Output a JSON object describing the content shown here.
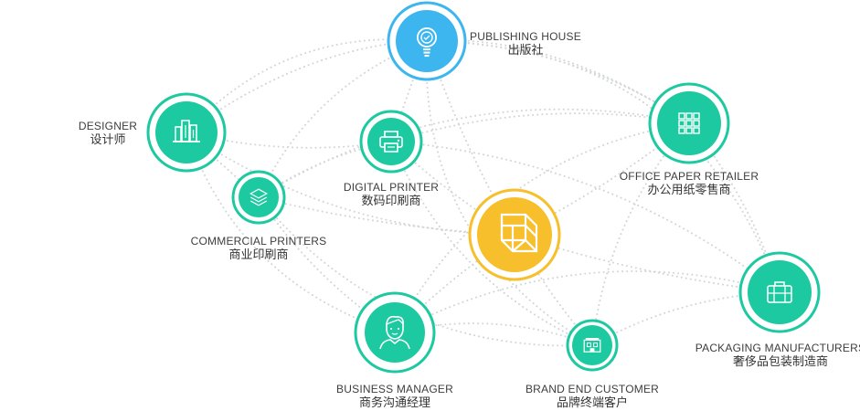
{
  "colors": {
    "teal": "#1dc9a0",
    "blue": "#3db6f0",
    "yellow": "#f7bf2c",
    "link": "#d2d6d9"
  },
  "nodes": [
    {
      "id": "publishing-house",
      "en": "PUBLISHING HOUSE",
      "zh": "出版社",
      "color": "blue",
      "icon": "lightbulb-icon"
    },
    {
      "id": "designer",
      "en": "DESIGNER",
      "zh": "设计师",
      "color": "teal",
      "icon": "building-icon"
    },
    {
      "id": "digital-printer",
      "en": "DIGITAL PRINTER",
      "zh": "数码印刷商",
      "color": "teal",
      "icon": "printer-icon"
    },
    {
      "id": "office-paper-retailer",
      "en": "OFFICE PAPER RETAILER",
      "zh": "办公用纸零售商",
      "color": "teal",
      "icon": "grid-icon"
    },
    {
      "id": "commercial-printers",
      "en": "COMMERCIAL PRINTERS",
      "zh": "商业印刷商",
      "color": "teal",
      "icon": "layers-icon"
    },
    {
      "id": "center-hub",
      "en": "",
      "zh": "",
      "color": "yellow",
      "icon": "cube-logo-icon"
    },
    {
      "id": "packaging-manufacturers",
      "en": "PACKAGING MANUFACTURERS",
      "zh": "奢侈品包装制造商",
      "color": "teal",
      "icon": "briefcase-icon"
    },
    {
      "id": "business-manager",
      "en": "BUSINESS MANAGER",
      "zh": "商务沟通经理",
      "color": "teal",
      "icon": "person-icon"
    },
    {
      "id": "brand-end-customer",
      "en": "BRAND END CUSTOMER",
      "zh": "品牌终端客户",
      "color": "teal",
      "icon": "store-icon"
    }
  ]
}
